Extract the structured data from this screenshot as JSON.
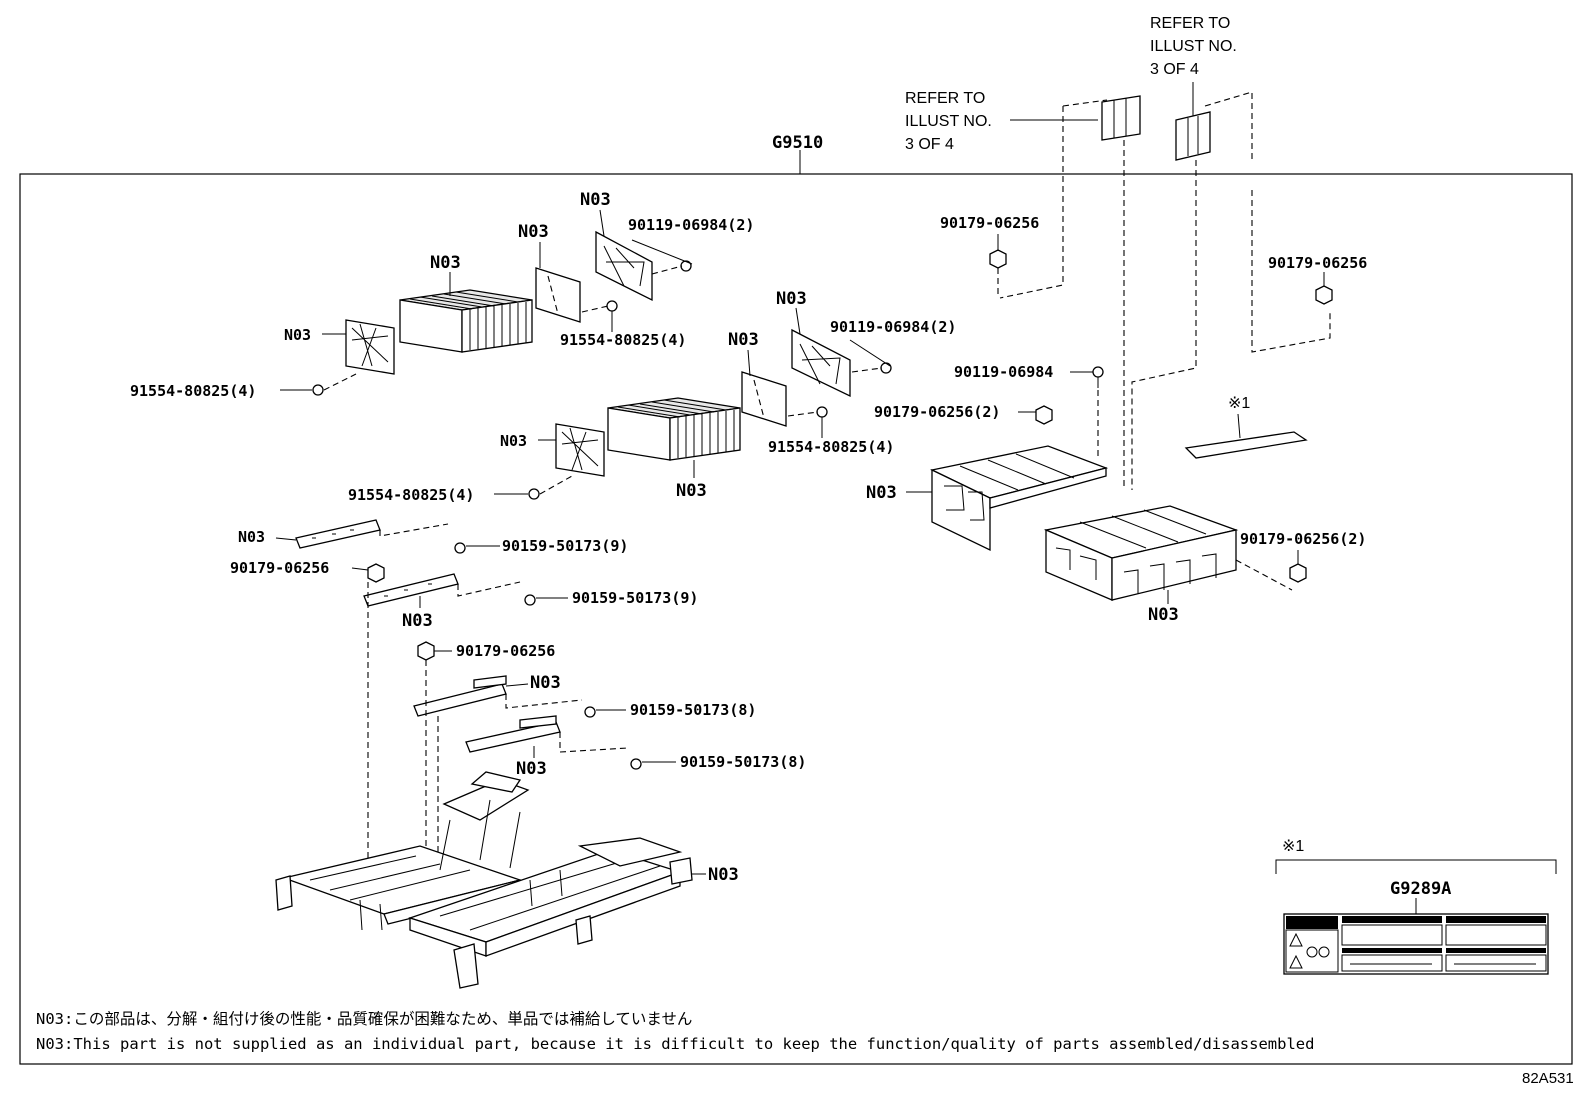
{
  "frame_label": "G9510",
  "refer_left": [
    "REFER TO",
    "ILLUST NO.",
    "3 OF 4"
  ],
  "refer_right": [
    "REFER TO",
    "ILLUST NO.",
    "3 OF 4"
  ],
  "part_code": "N03",
  "labels": {
    "b_9011906984_2": "90119-06984(2)",
    "b_9011906984": "90119-06984",
    "b_9155480825_4": "91554-80825(4)",
    "n_9017906256": "90179-06256",
    "n_9017906256_2": "90179-06256(2)",
    "b_9015950173_9": "90159-50173(9)",
    "b_9015950173_8": "90159-50173(8)"
  },
  "asterisk": "※1",
  "label_part": "G9289A",
  "notes": [
    "N03:この部品は、分解・組付け後の性能・品質確保が困難なため、単品では補給していません",
    "N03:This part is not supplied as an individual part, because it is difficult to keep the function/quality of parts assembled/disassembled"
  ],
  "illustration_code": "82A531"
}
